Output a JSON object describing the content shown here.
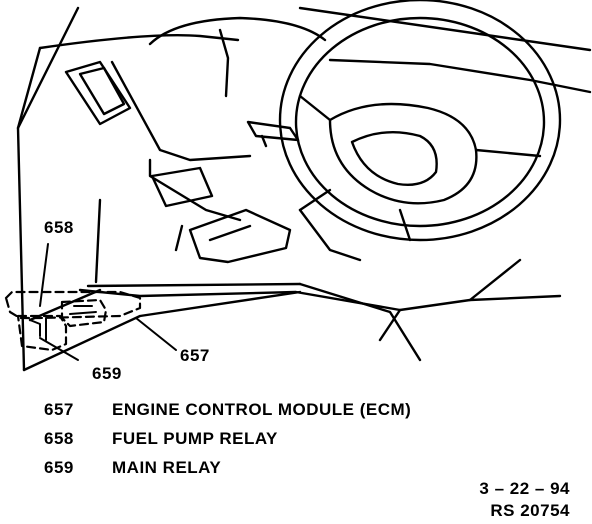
{
  "callouts": {
    "c658": "658",
    "c659": "659",
    "c657": "657"
  },
  "legend": [
    {
      "number": "657",
      "description": "ENGINE CONTROL MODULE (ECM)"
    },
    {
      "number": "658",
      "description": "FUEL PUMP RELAY"
    },
    {
      "number": "659",
      "description": "MAIN RELAY"
    }
  ],
  "footer": {
    "date": "3 – 22 – 94",
    "ref": "RS 20754"
  }
}
